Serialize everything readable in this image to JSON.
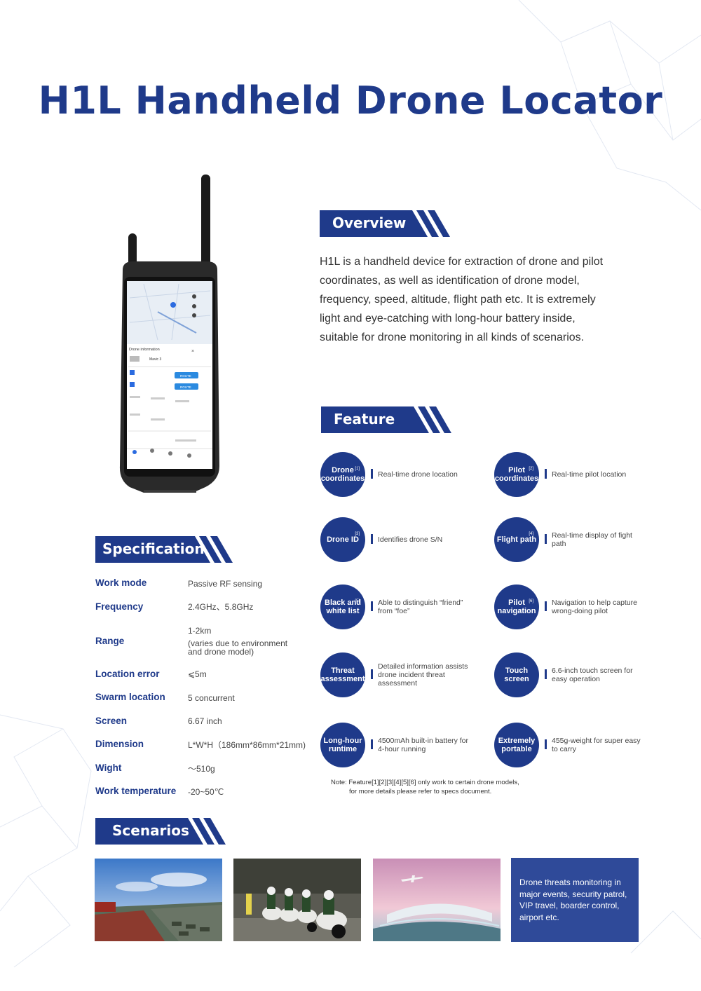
{
  "title": "H1L Handheld Drone Locator",
  "overview": {
    "heading": "Overview",
    "text": "H1L is a handheld device for extraction of drone and pilot coordinates, as well as identification of drone model, frequency, speed, altitude, flight path etc. It is extremely light and eye-catching with long-hour battery inside, suitable for drone monitoring in all kinds of scenarios."
  },
  "feature": {
    "heading": "Feature",
    "items": [
      {
        "name": "Drone coordinates",
        "line1": "Drone",
        "line2": "coordinates",
        "ref": "[1]",
        "desc": "Real-time drone location"
      },
      {
        "name": "Pilot coordinates",
        "line1": "Pilot",
        "line2": "coordinates",
        "ref": "[2]",
        "desc": "Real-time pilot location"
      },
      {
        "name": "Drone ID",
        "line1": "Drone ID",
        "line2": "",
        "ref": "[3]",
        "desc": "Identifies drone S/N"
      },
      {
        "name": "Flight path",
        "line1": "Flight path",
        "line2": "",
        "ref": "[4]",
        "desc": "Real-time display of fight path"
      },
      {
        "name": "Black and white list",
        "line1": "Black and",
        "line2": "white list",
        "ref": "[5]",
        "desc": "Able to distinguish “friend” from “foe”"
      },
      {
        "name": "Pilot navigation",
        "line1": "Pilot",
        "line2": "navigation",
        "ref": "[6]",
        "desc": "Navigation to help capture wrong-doing pilot"
      },
      {
        "name": "Threat assessment",
        "line1": "Threat",
        "line2": "assessment",
        "ref": "",
        "desc": "Detailed information assists drone incident threat assessment"
      },
      {
        "name": "Touch screen",
        "line1": "Touch",
        "line2": "screen",
        "ref": "",
        "desc": "6.6-inch touch screen for easy operation"
      },
      {
        "name": "Long-hour runtime",
        "line1": "Long-hour",
        "line2": "runtime",
        "ref": "",
        "desc": "4500mAh built-in battery for 4-hour running"
      },
      {
        "name": "Extremely portable",
        "line1": "Extremely",
        "line2": "portable",
        "ref": "",
        "desc": "455g-weight for super easy to carry"
      }
    ],
    "note_line1": "Note: Feature[1][2][3][4][5][6] only work to certain drone models,",
    "note_line2": "for more details please refer to specs document."
  },
  "specification": {
    "heading": "Specification",
    "rows": [
      {
        "label": "Work mode",
        "value": "Passive RF sensing",
        "value2": "",
        "value3": ""
      },
      {
        "label": "Frequency",
        "value": "2.4GHz、5.8GHz",
        "value2": "",
        "value3": ""
      },
      {
        "label": "Range",
        "value": "1-2km",
        "value2": "(varies due to environment",
        "value3": "and drone model)"
      },
      {
        "label": "Location error",
        "value": "⩽5m",
        "value2": "",
        "value3": ""
      },
      {
        "label": "Swarm location",
        "value": "5 concurrent",
        "value2": "",
        "value3": ""
      },
      {
        "label": "Screen",
        "value": "6.67 inch",
        "value2": "",
        "value3": ""
      },
      {
        "label": "Dimension",
        "value": "L*W*H（186mm*86mm*21mm)",
        "value2": "",
        "value3": ""
      },
      {
        "label": "Wight",
        "value": "～510g",
        "value2": "",
        "value3": ""
      },
      {
        "label": "Work temperature",
        "value": "-20~50℃",
        "value2": "",
        "value3": ""
      }
    ]
  },
  "scenarios": {
    "heading": "Scenarios",
    "text": "Drone threats monitoring in major events, security patrol, VIP travel, boarder control, airport etc."
  },
  "device_screen": {
    "panel_title": "Drone information",
    "model": "Mavic 3",
    "route_label": "ROUTE",
    "route_label_2": "ROUTE"
  },
  "colors": {
    "brand": "#1f3a8a",
    "panel": "#2f4a99"
  }
}
